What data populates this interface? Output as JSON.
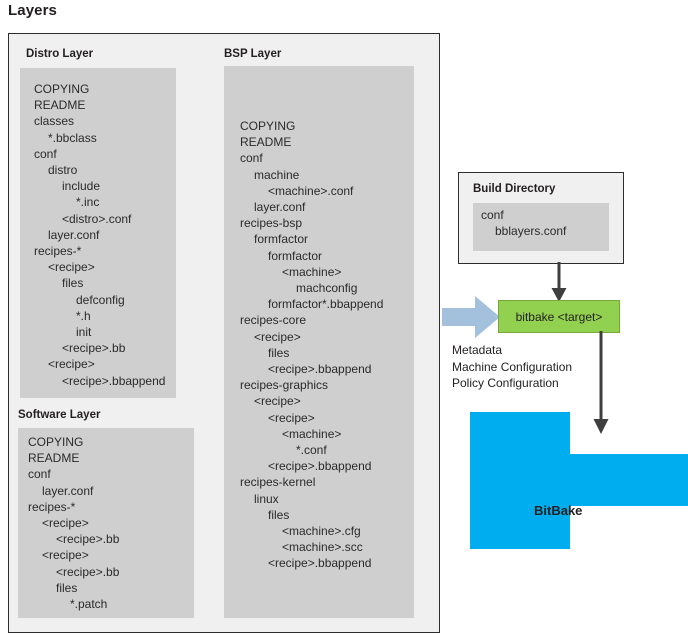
{
  "page": {
    "title": "Layers"
  },
  "colors": {
    "tree_box": "#cfcfcf",
    "frame_bg": "#f0f0f0",
    "frame_border": "#2d2d2d",
    "bitbake_cmd_green": "#92d050",
    "bitbake_blue": "#00AEEF",
    "big_arrow_blue": "#A3C1DC",
    "connector": "#3f3f3f"
  },
  "layers": {
    "distro": {
      "heading": "Distro Layer",
      "items": [
        {
          "text": "COPYING",
          "depth": 0
        },
        {
          "text": "README",
          "depth": 0
        },
        {
          "text": "classes",
          "depth": 0
        },
        {
          "text": "*.bbclass",
          "depth": 1
        },
        {
          "text": "conf",
          "depth": 0
        },
        {
          "text": "distro",
          "depth": 1
        },
        {
          "text": "include",
          "depth": 2
        },
        {
          "text": "*.inc",
          "depth": 3
        },
        {
          "text": "<distro>.conf",
          "depth": 2
        },
        {
          "text": "layer.conf",
          "depth": 1
        },
        {
          "text": "recipes-*",
          "depth": 0
        },
        {
          "text": "<recipe>",
          "depth": 1
        },
        {
          "text": "files",
          "depth": 2
        },
        {
          "text": "defconfig",
          "depth": 3
        },
        {
          "text": "*.h",
          "depth": 3
        },
        {
          "text": "init",
          "depth": 3
        },
        {
          "text": "<recipe>.bb",
          "depth": 2
        },
        {
          "text": "<recipe>",
          "depth": 1
        },
        {
          "text": "<recipe>.bbappend",
          "depth": 2
        }
      ]
    },
    "software": {
      "heading": "Software Layer",
      "items": [
        {
          "text": "COPYING",
          "depth": 0
        },
        {
          "text": "README",
          "depth": 0
        },
        {
          "text": "conf",
          "depth": 0
        },
        {
          "text": "layer.conf",
          "depth": 1
        },
        {
          "text": "recipes-*",
          "depth": 0
        },
        {
          "text": "<recipe>",
          "depth": 1
        },
        {
          "text": "<recipe>.bb",
          "depth": 2
        },
        {
          "text": "<recipe>",
          "depth": 1
        },
        {
          "text": "<recipe>.bb",
          "depth": 2
        },
        {
          "text": "files",
          "depth": 2
        },
        {
          "text": "*.patch",
          "depth": 3
        }
      ]
    },
    "bsp": {
      "heading": "BSP Layer",
      "items": [
        {
          "text": "COPYING",
          "depth": 0
        },
        {
          "text": "README",
          "depth": 0
        },
        {
          "text": "conf",
          "depth": 0
        },
        {
          "text": "machine",
          "depth": 1
        },
        {
          "text": "<machine>.conf",
          "depth": 2
        },
        {
          "text": "layer.conf",
          "depth": 1
        },
        {
          "text": "recipes-bsp",
          "depth": 0
        },
        {
          "text": "formfactor",
          "depth": 1
        },
        {
          "text": "formfactor",
          "depth": 2
        },
        {
          "text": "<machine>",
          "depth": 3
        },
        {
          "text": "machconfig",
          "depth": 4
        },
        {
          "text": "formfactor*.bbappend",
          "depth": 2
        },
        {
          "text": "recipes-core",
          "depth": 0
        },
        {
          "text": "<recipe>",
          "depth": 1
        },
        {
          "text": "files",
          "depth": 2
        },
        {
          "text": "<recipe>.bbappend",
          "depth": 2
        },
        {
          "text": "recipes-graphics",
          "depth": 0
        },
        {
          "text": "<recipe>",
          "depth": 1
        },
        {
          "text": "<recipe>",
          "depth": 2
        },
        {
          "text": "<machine>",
          "depth": 3
        },
        {
          "text": "*.conf",
          "depth": 4
        },
        {
          "text": "<recipe>.bbappend",
          "depth": 2
        },
        {
          "text": "recipes-kernel",
          "depth": 0
        },
        {
          "text": "linux",
          "depth": 1
        },
        {
          "text": "files",
          "depth": 2
        },
        {
          "text": "<machine>.cfg",
          "depth": 3
        },
        {
          "text": "<machine>.scc",
          "depth": 3
        },
        {
          "text": "<recipe>.bbappend",
          "depth": 2
        }
      ]
    }
  },
  "build_directory": {
    "heading": "Build Directory",
    "items": [
      {
        "text": "conf",
        "depth": 0
      },
      {
        "text": "bblayers.conf",
        "depth": 1
      }
    ]
  },
  "bitbake_command": {
    "label": "bitbake <target>"
  },
  "metadata_caption": {
    "lines": [
      "Metadata",
      "Machine Configuration",
      "Policy Configuration"
    ],
    "text": "Metadata\nMachine Configuration\nPolicy Configuration"
  },
  "bitbake_engine": {
    "label": "BitBake"
  }
}
